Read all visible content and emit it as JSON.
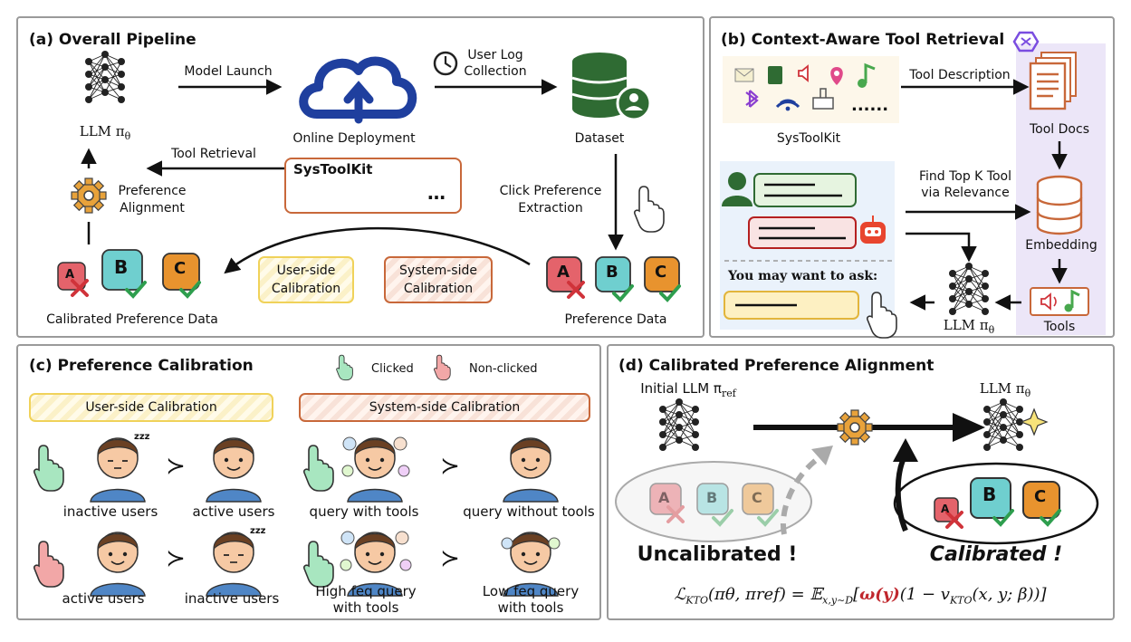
{
  "panel_a": {
    "title": "(a) Overall Pipeline",
    "llm_label": "LLM π",
    "llm_sub": "θ",
    "model_launch": "Model Launch",
    "online_deployment": "Online Deployment",
    "user_log_collection_1": "User Log",
    "user_log_collection_2": "Collection",
    "dataset": "Dataset",
    "tool_retrieval": "Tool Retrieval",
    "systoolkit": "SysToolKit",
    "ellipsis": "…",
    "preference_alignment_1": "Preference",
    "preference_alignment_2": "Alignment",
    "click_pref_1": "Click Preference",
    "click_pref_2": "Extraction",
    "user_side_1": "User-side",
    "user_side_2": "Calibration",
    "system_side_1": "System-side",
    "system_side_2": "Calibration",
    "calibrated_pref_data": "Calibrated Preference Data",
    "preference_data": "Preference Data",
    "tile_a": "A",
    "tile_b": "B",
    "tile_c": "C"
  },
  "panel_b": {
    "title": "(b) Context-Aware Tool Retrieval",
    "systoolkit": "SysToolKit",
    "dots": "......",
    "tool_description": "Tool Description",
    "tool_docs": "Tool Docs",
    "find_top_k_1": "Find Top K Tool",
    "find_top_k_2": "via Relevance",
    "embedding": "Embedding",
    "you_may_want": "You may want to ask:",
    "llm_label": "LLM π",
    "llm_sub": "θ",
    "tools": "Tools"
  },
  "panel_c": {
    "title": "(c) Preference Calibration",
    "clicked": "Clicked",
    "non_clicked": "Non-clicked",
    "user_side_header": "User-side Calibration",
    "system_side_header": "System-side Calibration",
    "inactive_users": "inactive users",
    "active_users": "active users",
    "active_users_2": "active users",
    "inactive_users_2": "inactive users",
    "query_with_tools": "query with tools",
    "query_without_tools": "query without tools",
    "high_feq_1": "High feq query",
    "high_feq_2": "with tools",
    "low_feq_1": "Low feq query",
    "low_feq_2": "with tools",
    "succ": "≻",
    "zzz": "zzz"
  },
  "panel_d": {
    "title": "(d) Calibrated Preference Alignment",
    "initial_llm": "Initial LLM π",
    "initial_llm_sub": "ref",
    "llm_label": "LLM π",
    "llm_sub": "θ",
    "uncalibrated": "Uncalibrated !",
    "calibrated": "Calibrated !",
    "formula_lhs": "ℒ",
    "formula_lhs_sub": "KTO",
    "formula_args": "(πθ, πref) = 𝔼",
    "formula_exp_sub": "x,y∼D",
    "formula_open": "[",
    "formula_weight": "ω(y)",
    "formula_rest": "(1 − v",
    "formula_v_sub": "KTO",
    "formula_end": "(x, y; β))]"
  },
  "colors": {
    "cloud_blue": "#1f3f9e",
    "dataset_green": "#2f6b33",
    "tile_a": "#e4636b",
    "tile_b": "#6fcfcf",
    "tile_c": "#e8932e",
    "check_green": "#2e9e4e",
    "cross_red": "#d0333a",
    "gear_orange": "#e8a23a",
    "user_yellow": "#f0d25a",
    "system_orange": "#c8683a",
    "highlight_red": "#c0272d",
    "tools_purple": "#e9e2f7"
  }
}
